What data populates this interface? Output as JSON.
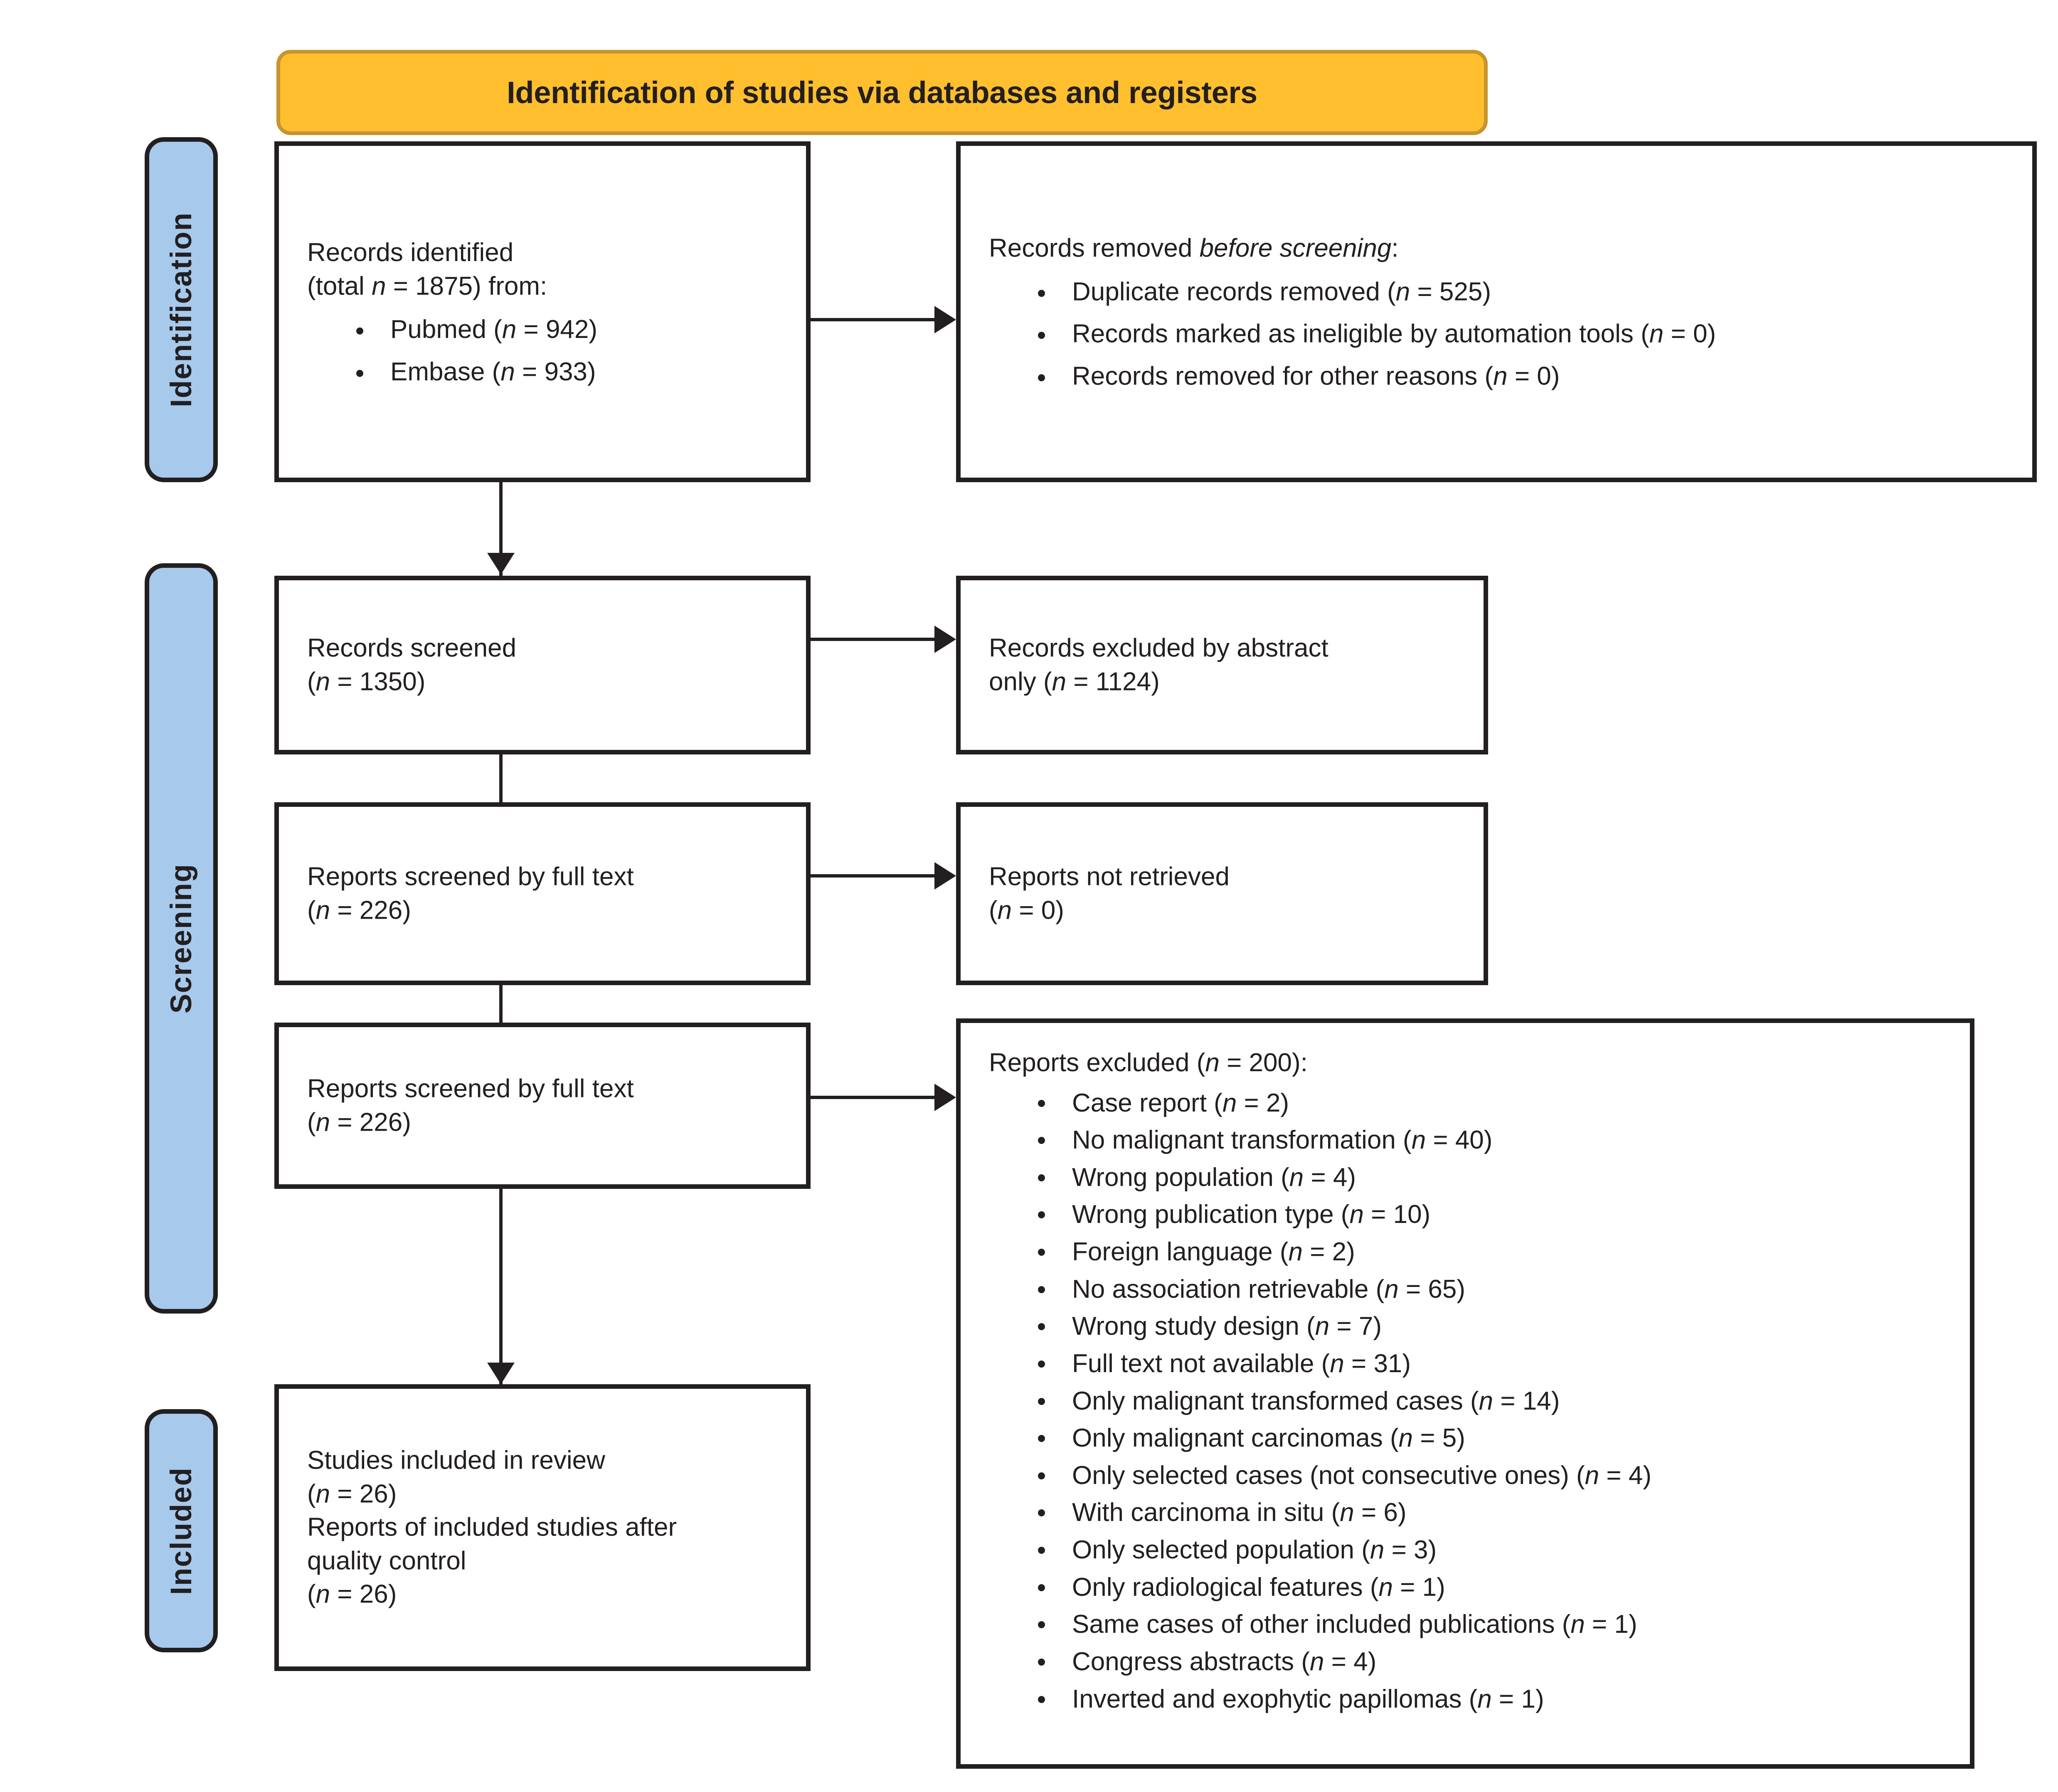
{
  "banner": {
    "title": "Identification of studies via databases and registers"
  },
  "stages": [
    {
      "id": "identification",
      "label": "Identification"
    },
    {
      "id": "screening",
      "label": "Screening"
    },
    {
      "id": "included",
      "label": "Included"
    }
  ],
  "boxes": {
    "records_identified": {
      "line1": "Records identified",
      "line2_pre": "(total ",
      "line2_n": "n",
      "line2_post": " = 1875) from:",
      "bullets": [
        {
          "text_pre": "Pubmed (",
          "n": "n",
          "text_post": " = 942)"
        },
        {
          "text_pre": "Embase (",
          "n": "n",
          "text_post": " = 933)"
        }
      ]
    },
    "records_removed": {
      "title_pre": "Records removed ",
      "title_em": "before screening",
      "title_post": ":",
      "bullets": [
        {
          "text_pre": "Duplicate records removed (",
          "n": "n",
          "text_post": " = 525)"
        },
        {
          "text_pre": "Records marked as ineligible by automation tools (",
          "n": "n",
          "text_post": " = 0)"
        },
        {
          "text_pre": "Records removed for other reasons (",
          "n": "n",
          "text_post": " = 0)"
        }
      ]
    },
    "records_screened": {
      "line1": "Records screened",
      "line2_pre": "(",
      "line2_n": "n",
      "line2_post": " = 1350)"
    },
    "records_excluded_abstract": {
      "line1": "Records excluded by abstract",
      "line2_pre": "only (",
      "line2_n": "n",
      "line2_post": " = 1124)"
    },
    "reports_screened_fulltext_1": {
      "line1": "Reports screened by full text",
      "line2_pre": "(",
      "line2_n": "n",
      "line2_post": " = 226)"
    },
    "reports_not_retrieved": {
      "line1": "Reports not retrieved",
      "line2_pre": "(",
      "line2_n": "n",
      "line2_post": " = 0)"
    },
    "reports_screened_fulltext_2": {
      "line1": "Reports screened by full text",
      "line2_pre": "(",
      "line2_n": "n",
      "line2_post": " = 226)"
    },
    "reports_excluded": {
      "title_pre": "Reports excluded (",
      "title_n": "n",
      "title_post": " = 200):",
      "bullets": [
        {
          "text_pre": "Case report (",
          "n": "n",
          "text_post": " = 2)"
        },
        {
          "text_pre": "No malignant transformation (",
          "n": "n",
          "text_post": " = 40)"
        },
        {
          "text_pre": "Wrong population (",
          "n": "n",
          "text_post": " = 4)"
        },
        {
          "text_pre": "Wrong publication type (",
          "n": "n",
          "text_post": " = 10)"
        },
        {
          "text_pre": "Foreign language (",
          "n": "n",
          "text_post": " = 2)"
        },
        {
          "text_pre": "No association retrievable (",
          "n": "n",
          "text_post": " = 65)"
        },
        {
          "text_pre": "Wrong study design (",
          "n": "n",
          "text_post": " = 7)"
        },
        {
          "text_pre": "Full text not available (",
          "n": "n",
          "text_post": " = 31)"
        },
        {
          "text_pre": "Only malignant transformed cases (",
          "n": "n",
          "text_post": " = 14)"
        },
        {
          "text_pre": "Only malignant carcinomas (",
          "n": "n",
          "text_post": " = 5)"
        },
        {
          "text_pre": "Only selected cases (not consecutive ones) (",
          "n": "n",
          "text_post": " = 4)"
        },
        {
          "text_pre": "With carcinoma in situ (",
          "n": "n",
          "text_post": " = 6)"
        },
        {
          "text_pre": "Only selected population (",
          "n": "n",
          "text_post": " = 3)"
        },
        {
          "text_pre": "Only radiological features (",
          "n": "n",
          "text_post": " = 1)"
        },
        {
          "text_pre": "Same cases of other included publications (",
          "n": "n",
          "text_post": " = 1)"
        },
        {
          "text_pre": "Congress abstracts (",
          "n": "n",
          "text_post": " = 4)"
        },
        {
          "text_pre": "Inverted and exophytic papillomas (",
          "n": "n",
          "text_post": " = 1)"
        }
      ]
    },
    "studies_included": {
      "line1": "Studies included in review",
      "line2_pre": "(",
      "line2_n": "n",
      "line2_post": " = 26)",
      "line3": "Reports of included studies after",
      "line4": "quality control",
      "line5_pre": "(",
      "line5_n": "n",
      "line5_post": " = 26)"
    }
  },
  "colors": {
    "banner_fill": "#FFBF2E",
    "banner_border": "#C89430",
    "stage_fill": "#A6C9EC",
    "line": "#231f20",
    "box_fill": "#FFFFFF"
  }
}
